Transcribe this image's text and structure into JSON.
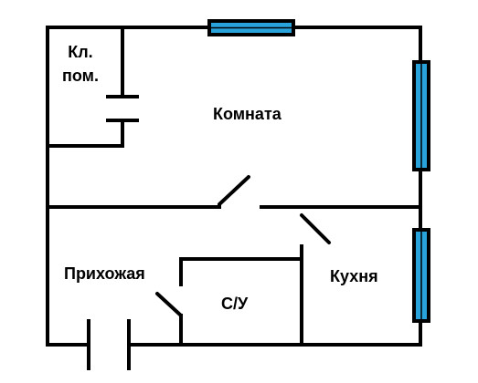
{
  "rooms": {
    "closet": "Кл.\nпом.",
    "living_room": "Комната",
    "hallway": "Прихожая",
    "bathroom": "С/У",
    "kitchen": "Кухня"
  },
  "colors": {
    "wall": "#000000",
    "window_glass": "#29a3dc",
    "background": "#ffffff"
  }
}
